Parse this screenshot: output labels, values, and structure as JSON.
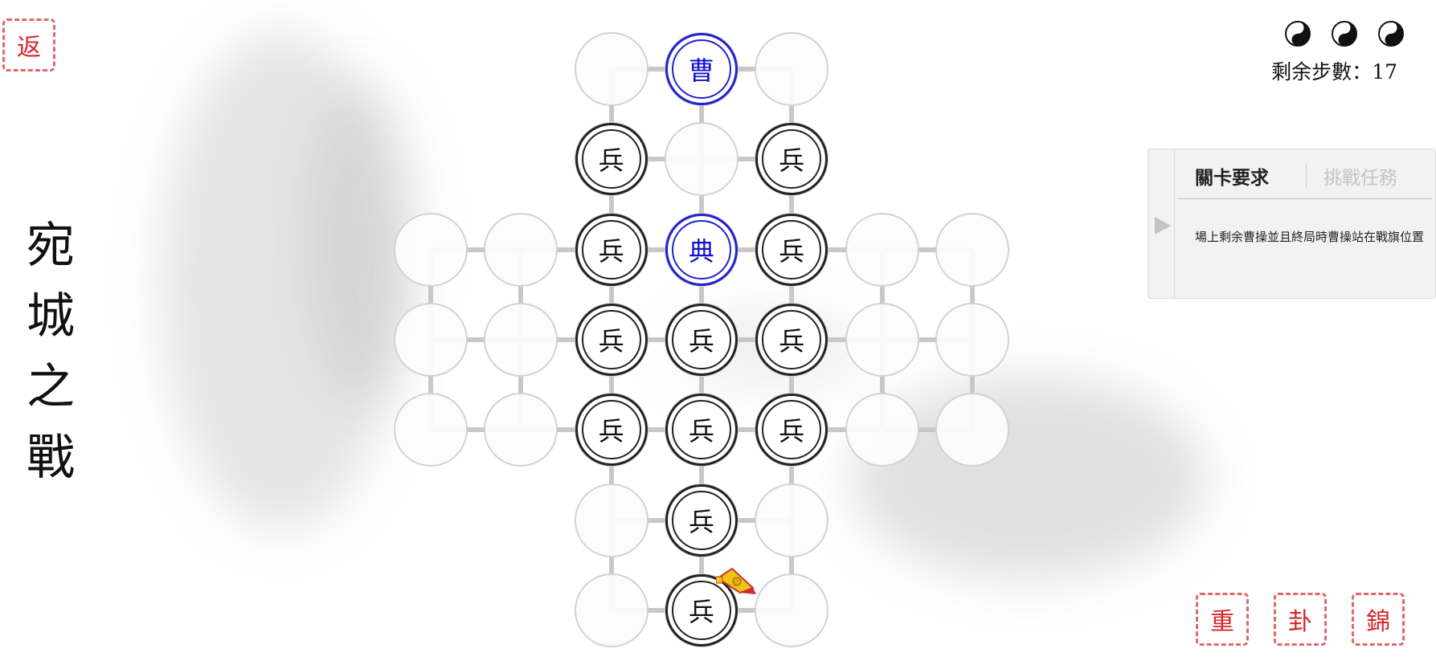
{
  "back_button": "返",
  "level_title": [
    "宛",
    "城",
    "之",
    "戰"
  ],
  "hint_icons": [
    "yin-yang-icon",
    "yin-yang-icon",
    "yin-yang-icon"
  ],
  "steps": {
    "label": "剩余步數：",
    "value": "17"
  },
  "panel": {
    "tabs": [
      {
        "label": "關卡要求",
        "active": true
      },
      {
        "label": "挑戰任務",
        "active": false
      }
    ],
    "description": "場上剩余曹操並且終局時曹操站在戰旗位置"
  },
  "bottom_buttons": [
    {
      "label": "重"
    },
    {
      "label": "卦"
    },
    {
      "label": "錦"
    }
  ],
  "board": {
    "layout": [
      [
        0,
        0,
        1,
        1,
        1,
        0,
        0
      ],
      [
        0,
        0,
        1,
        1,
        1,
        0,
        0
      ],
      [
        1,
        1,
        1,
        1,
        1,
        1,
        1
      ],
      [
        1,
        1,
        1,
        1,
        1,
        1,
        1
      ],
      [
        1,
        1,
        1,
        1,
        1,
        1,
        1
      ],
      [
        0,
        0,
        1,
        1,
        1,
        0,
        0
      ],
      [
        0,
        0,
        1,
        1,
        1,
        0,
        0
      ]
    ],
    "pieces": [
      {
        "row": 0,
        "col": 3,
        "label": "曹",
        "side": "blue"
      },
      {
        "row": 1,
        "col": 2,
        "label": "兵",
        "side": "black"
      },
      {
        "row": 1,
        "col": 4,
        "label": "兵",
        "side": "black"
      },
      {
        "row": 2,
        "col": 2,
        "label": "兵",
        "side": "black"
      },
      {
        "row": 2,
        "col": 3,
        "label": "典",
        "side": "blue"
      },
      {
        "row": 2,
        "col": 4,
        "label": "兵",
        "side": "black"
      },
      {
        "row": 3,
        "col": 2,
        "label": "兵",
        "side": "black"
      },
      {
        "row": 3,
        "col": 3,
        "label": "兵",
        "side": "black"
      },
      {
        "row": 3,
        "col": 4,
        "label": "兵",
        "side": "black"
      },
      {
        "row": 4,
        "col": 2,
        "label": "兵",
        "side": "black"
      },
      {
        "row": 4,
        "col": 3,
        "label": "兵",
        "side": "black"
      },
      {
        "row": 4,
        "col": 4,
        "label": "兵",
        "side": "black"
      },
      {
        "row": 5,
        "col": 3,
        "label": "兵",
        "side": "black"
      },
      {
        "row": 6,
        "col": 3,
        "label": "兵",
        "side": "black"
      }
    ],
    "flag": {
      "row": 6,
      "col": 3
    },
    "colors": {
      "blue": "#1111cc",
      "black": "#111111",
      "seal_red": "#d8262b"
    }
  }
}
